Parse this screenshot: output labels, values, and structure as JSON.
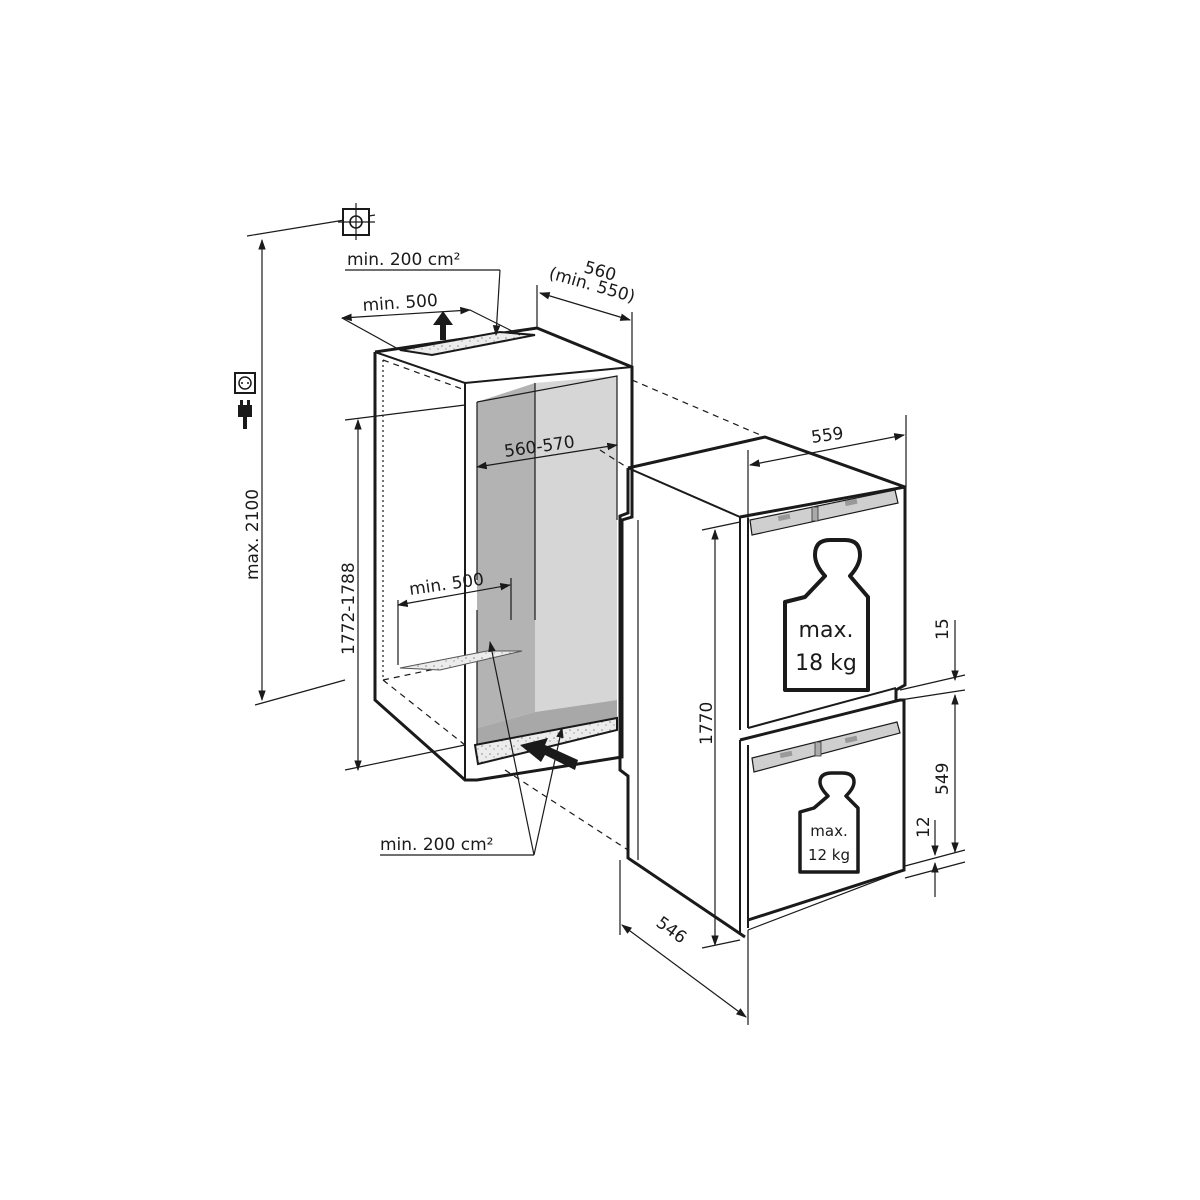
{
  "diagram": {
    "type": "installation-dimension-drawing",
    "subject": "built-in fridge-freezer niche installation",
    "units": "mm",
    "colors": {
      "line": "#1a1a1a",
      "niche_back_wall": "#d6d6d6",
      "niche_side_wall": "#b3b3b3",
      "niche_floor": "#a8a8a8",
      "vent_grille": "#ececec",
      "hinge_plate": "#cfcfcf",
      "background": "#ffffff"
    },
    "icons": {
      "ceiling_mark": "target-crosshair-icon",
      "socket": "power-socket-icon",
      "plug": "power-plug-icon",
      "weight_upper": "weight-icon",
      "weight_lower": "weight-icon"
    },
    "labels": {
      "top_vent_area": "min. 200 cm²",
      "top_vent_width": "min. 500",
      "niche_depth": "560",
      "niche_depth_min": "(min. 550)",
      "max_height": "max. 2100",
      "niche_height": "1772-1788",
      "niche_width": "560-570",
      "floor_vent_width": "min. 500",
      "bottom_vent_area": "min. 200 cm²",
      "appliance_width": "559",
      "appliance_height": "1770",
      "appliance_depth": "546",
      "door_gap_upper": "15",
      "lower_door_height": "549",
      "door_gap_lower": "12"
    },
    "weights": {
      "upper_door": {
        "line1": "max.",
        "line2": "18 kg"
      },
      "lower_door": {
        "line1": "max.",
        "line2": "12 kg"
      }
    }
  }
}
